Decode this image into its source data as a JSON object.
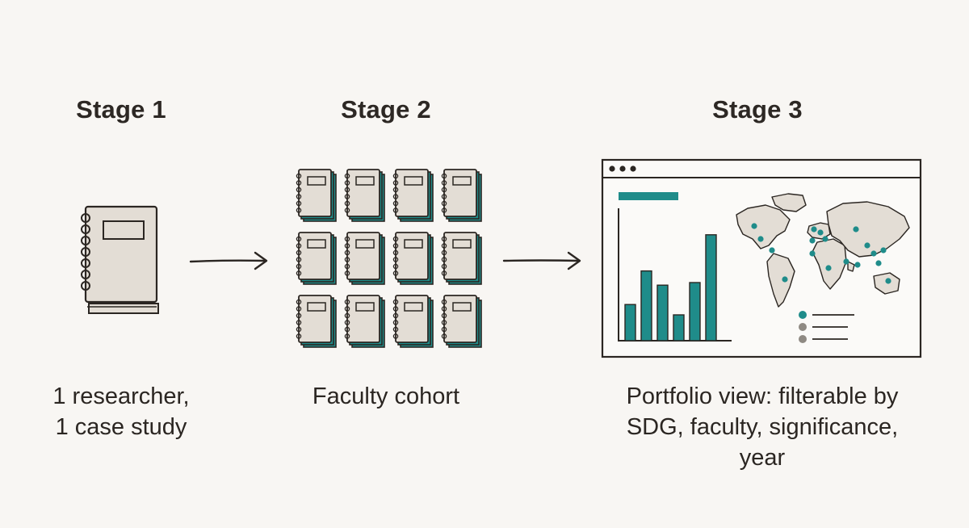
{
  "stages": [
    {
      "title": "Stage 1",
      "caption_lines": [
        "1 researcher,",
        "1 case study"
      ],
      "illustration": "notebook-icon"
    },
    {
      "title": "Stage 2",
      "caption_lines": [
        "Faculty cohort"
      ],
      "illustration": "notebook-grid"
    },
    {
      "title": "Stage 3",
      "caption_lines": [
        "Portfolio view: filterable by",
        "SDG, faculty, significance,",
        "year"
      ],
      "illustration": "dashboard-window"
    }
  ],
  "dashboard": {
    "bar_values": [
      0.28,
      0.54,
      0.43,
      0.2,
      0.45,
      0.82
    ],
    "legend_colors": [
      "#1f8c8a",
      "#8f8a83",
      "#8f8a83"
    ]
  },
  "colors": {
    "teal": "#1f8c8a",
    "paper": "#e3ddd5",
    "ink": "#2b2622",
    "background": "#f8f6f3"
  }
}
